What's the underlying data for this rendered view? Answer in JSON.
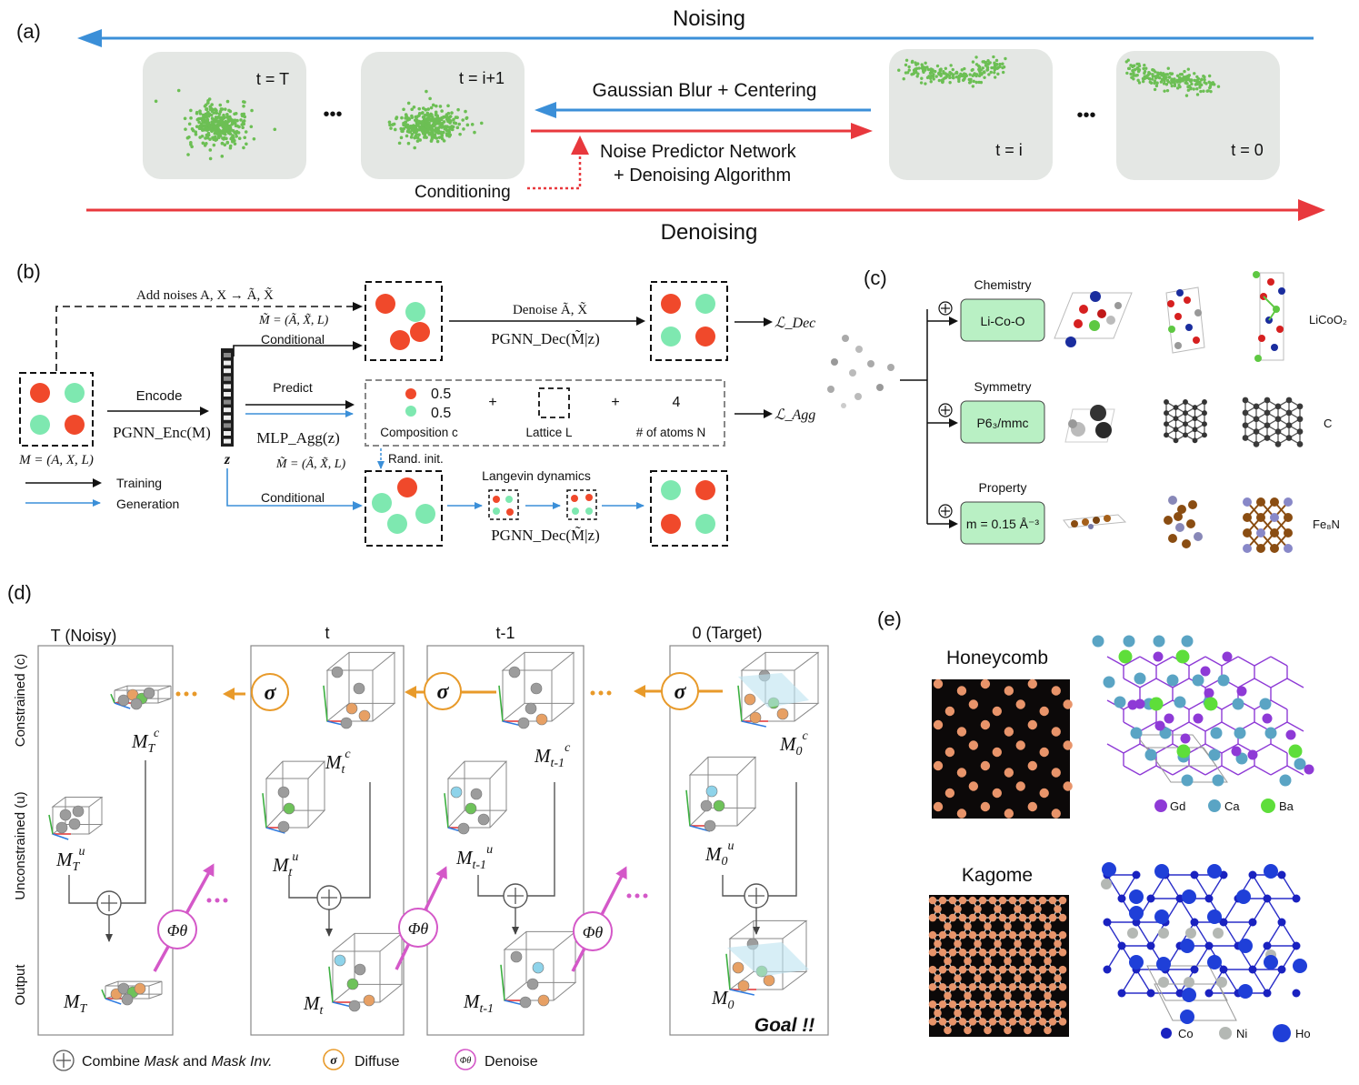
{
  "panel_a": {
    "tag": "(a)",
    "noising": "Noising",
    "denoising": "Denoising",
    "frames": [
      "t = T",
      "t = i+1",
      "t = i",
      "t = 0"
    ],
    "ellipsis": "•••",
    "blur": "Gaussian Blur + Centering",
    "predictor_1": "Noise Predictor Network",
    "predictor_2": "+ Denoising Algorithm",
    "conditioning": "Conditioning"
  },
  "panel_b": {
    "tag": "(b)",
    "add_noises": "Add noises A, X → Ã, X̃",
    "m_tilde": "M̃ = (Ã, X̃, L)",
    "m_def": "M = (A, X, L)",
    "encode": "Encode",
    "pgnn_enc": "PGNN_Enc(M)",
    "z": "z",
    "conditional_top": "Conditional",
    "predict": "Predict",
    "mlp": "MLP_Agg(z)",
    "m_tilde_full": "M̃ = (Ã, X̃, L)",
    "denoise": "Denoise Ã, X̃",
    "pgnn_dec": "PGNN_Dec(M̃|z)",
    "l_dec": "ℒ_Dec",
    "l_agg": "ℒ_Agg",
    "comp_1": "0.5",
    "comp_2": "0.5",
    "plus": "+",
    "four": "4",
    "composition": "Composition c",
    "lattice": "Lattice L",
    "n_atoms": "# of atoms N",
    "rand_init": "Rand. init.",
    "langevin": "Langevin dynamics",
    "conditional_bottom": "Conditional",
    "pgnn_dec_2": "PGNN_Dec(M̃|z)",
    "training": "Training",
    "generation": "Generation"
  },
  "panel_c": {
    "tag": "(c)",
    "rows": [
      {
        "heading": "Chemistry",
        "box": "Li-Co-O",
        "result": "LiCoO₂"
      },
      {
        "heading": "Symmetry",
        "box": "P6₃/mmc",
        "result": "C"
      },
      {
        "heading": "Property",
        "box": "m = 0.15 Å⁻³",
        "result": "Fe₈N"
      }
    ],
    "oplus": "⊕"
  },
  "panel_d": {
    "tag": "(d)",
    "columns": [
      "T (Noisy)",
      "t",
      "t-1",
      "0 (Target)"
    ],
    "rows": [
      "Constrained (c)",
      "Unconstrained (u)",
      "Output"
    ],
    "labels_c": [
      "M_T^c",
      "M_t^c",
      "M_t-1^c",
      "M_0^c"
    ],
    "labels_u": [
      "M_T^u",
      "M_t^u",
      "M_t-1^u",
      "M_0^u"
    ],
    "labels_o": [
      "M_T",
      "M_t",
      "M_t-1",
      "M_0"
    ],
    "sigma": "σ",
    "phi": "Φθ",
    "goal": "Goal !!",
    "legend_combine_1": "Combine",
    "legend_mask": "Mask",
    "legend_and": "and",
    "legend_mask_inv": "Mask Inv.",
    "legend_diffuse": "Diffuse",
    "legend_denoise": "Denoise"
  },
  "panel_e": {
    "tag": "(e)",
    "honeycomb": "Honeycomb",
    "kagome": "Kagome",
    "legend_1": [
      "Gd",
      "Ca",
      "Ba"
    ],
    "legend_2": [
      "Co",
      "Ni",
      "Ho"
    ]
  },
  "colors": {
    "blue_arrow": "#3b8fd8",
    "red_arrow": "#e8383d",
    "green_pt": "#6cbf54",
    "orange_atom": "#f0492b",
    "mint_atom": "#7ee8b0",
    "box_green": "#b9f0c4",
    "sigma_orange": "#e89a2a",
    "phi_magenta": "#d458c8",
    "frame_gray": "#e4e7e4"
  }
}
